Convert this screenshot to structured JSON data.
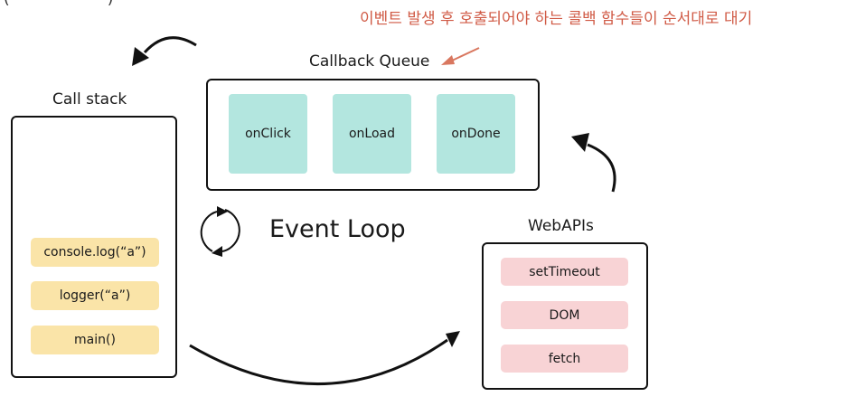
{
  "annotation": {
    "text": "이벤트 발생 후 호출되어야 하는 콜백 함수들이 순서대로 대기",
    "color": "#d05a45"
  },
  "cropped_top_text": "(                    )",
  "callback_queue": {
    "title": "Callback Queue",
    "items": [
      "onClick",
      "onLoad",
      "onDone"
    ],
    "item_color": "#b3e6df"
  },
  "call_stack": {
    "title": "Call stack",
    "items": [
      "console.log(“a”)",
      "logger(“a”)",
      "main()"
    ],
    "item_color": "#fae4a8"
  },
  "event_loop": {
    "label": "Event Loop",
    "icon": "circular-arrows-icon"
  },
  "web_apis": {
    "title": "WebAPIs",
    "items": [
      "setTimeout",
      "DOM",
      "fetch"
    ],
    "item_color": "#f8d3d5"
  },
  "arrows": [
    {
      "name": "arrow-queue-to-stack",
      "icon": "curved-arrow-icon"
    },
    {
      "name": "arrow-webapis-to-queue",
      "icon": "curved-arrow-icon"
    },
    {
      "name": "arrow-stack-to-webapis",
      "icon": "curved-arrow-icon"
    },
    {
      "name": "annotation-arrow",
      "icon": "pointer-arrow-icon"
    }
  ]
}
